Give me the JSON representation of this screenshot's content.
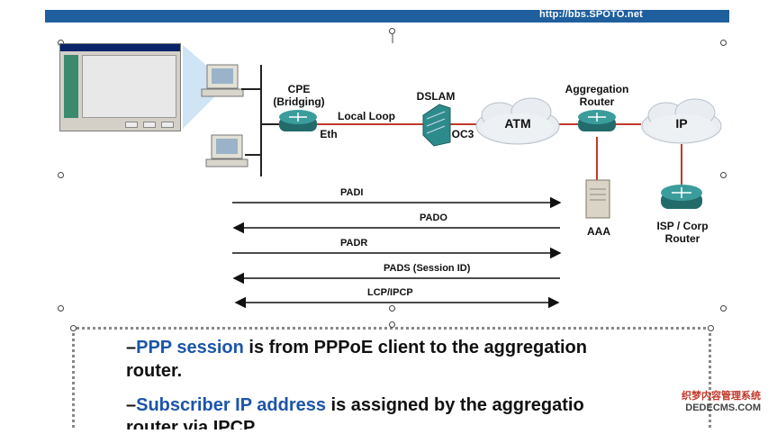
{
  "header": {
    "url": "http://bbs.SPOTO.net"
  },
  "diagram": {
    "nodes": {
      "cpe": "CPE\n(Bridging)",
      "eth": "Eth",
      "local_loop": "Local Loop",
      "dslam": "DSLAM",
      "oc3": "OC3",
      "atm": "ATM",
      "aggregation_router": "Aggregation\nRouter",
      "ip": "IP",
      "aaa": "AAA",
      "isp_router": "ISP / Corp\nRouter"
    },
    "messages": [
      {
        "label": "PADI",
        "direction": "right"
      },
      {
        "label": "PADO",
        "direction": "left"
      },
      {
        "label": "PADR",
        "direction": "right"
      },
      {
        "label": "PADS (Session ID)",
        "direction": "left"
      },
      {
        "label": "LCP/IPCP",
        "direction": "both"
      }
    ]
  },
  "notes": {
    "line1_prefix": "–",
    "line1_highlight": "PPP session",
    "line1_rest": " is from PPPoE client to the aggregation",
    "line1_cont": "router.",
    "line2_prefix": "–",
    "line2_highlight": "Subscriber IP address",
    "line2_rest": " is assigned by the aggregatio",
    "line2_cont": "router via IPCP."
  },
  "watermark": {
    "line1": "织梦内容管理系统",
    "line2": "DEDECMS.COM"
  },
  "colors": {
    "header_bar": "#1f5f9e",
    "link_line": "#c0392b",
    "router_teal": "#2e8b8b",
    "highlight": "#1c55a8"
  }
}
